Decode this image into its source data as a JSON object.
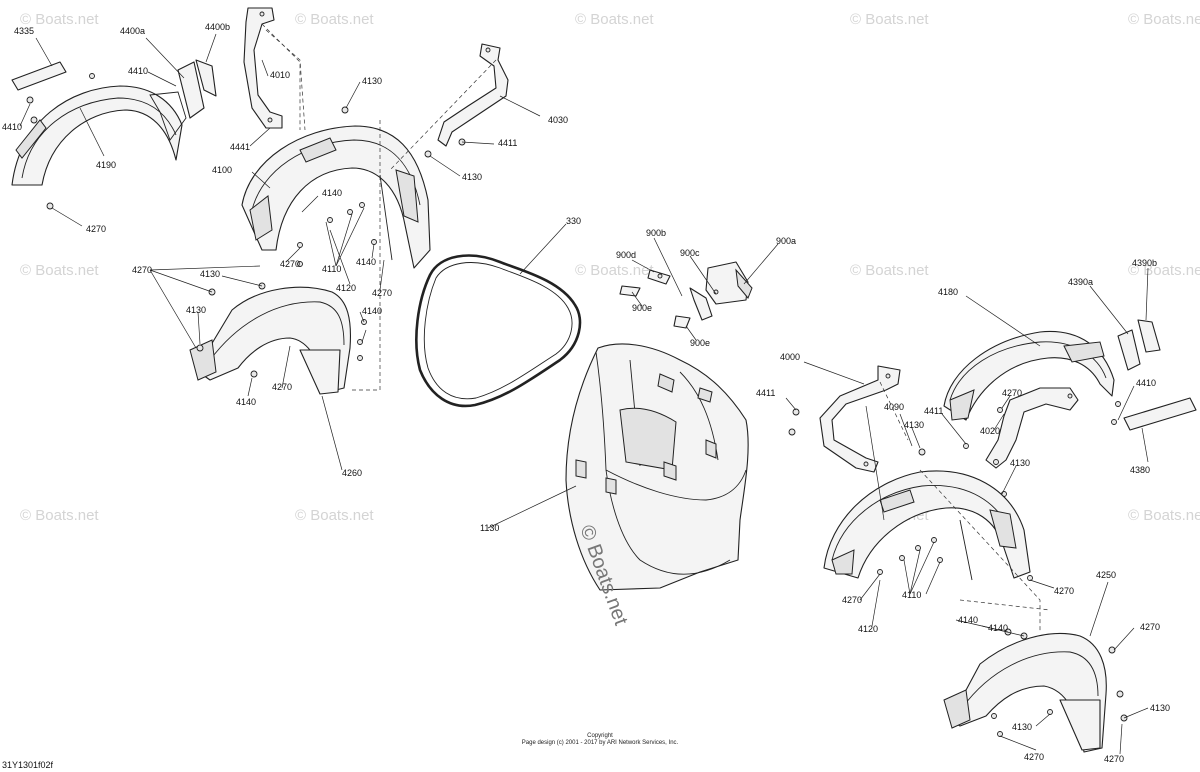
{
  "labels": {
    "p4335": "4335",
    "p4400a": "4400a",
    "p4400b": "4400b",
    "p4410_top": "4410",
    "p4410_left": "4410",
    "p4190": "4190",
    "p4270_left": "4270",
    "p4010": "4010",
    "p4130_top": "4130",
    "p4441": "4441",
    "p4100": "4100",
    "p4140_a": "4140",
    "p4270_mid": "4270",
    "p4110_left": "4110",
    "p4120_left": "4120",
    "p4140_b": "4140",
    "p4270_c": "4270",
    "p4030": "4030",
    "p4411_top": "4411",
    "p4130_mid": "4130",
    "p330": "330",
    "p4270_d": "4270",
    "p4130_e": "4130",
    "p4130_f": "4130",
    "p4140_c": "4140",
    "p4270_g": "4270",
    "p4140_d": "4140",
    "p4260": "4260",
    "p900d": "900d",
    "p900b": "900b",
    "p900c": "900c",
    "p900a": "900a",
    "p900e_1": "900e",
    "p900e_2": "900e",
    "p1130": "1130",
    "p4000": "4000",
    "p4411_r": "4411",
    "p4090": "4090",
    "p4130_r1": "4130",
    "p4411_r2": "4411",
    "p4020": "4020",
    "p4130_r2": "4130",
    "p4180": "4180",
    "p4390a": "4390a",
    "p4390b": "4390b",
    "p4270_r1": "4270",
    "p4410_r": "4410",
    "p4380": "4380",
    "p4270_r2": "4270",
    "p4270_r3": "4270",
    "p4110_r": "4110",
    "p4120_r": "4120",
    "p4140_r1": "4140",
    "p4140_r2": "4140",
    "p4250": "4250",
    "p4270_r4": "4270",
    "p4130_r3": "4130",
    "p4130_r4": "4130",
    "p4270_r5": "4270",
    "p4270_r6": "4270"
  },
  "watermark": "© Boats.net",
  "center_watermark": "© Boats.net",
  "footer": {
    "copyright_title": "Copyright",
    "copyright_line": "Page design (c) 2001 - 2017 by ARI Network Services, Inc.",
    "diagram_code": "31Y1301f02f"
  }
}
